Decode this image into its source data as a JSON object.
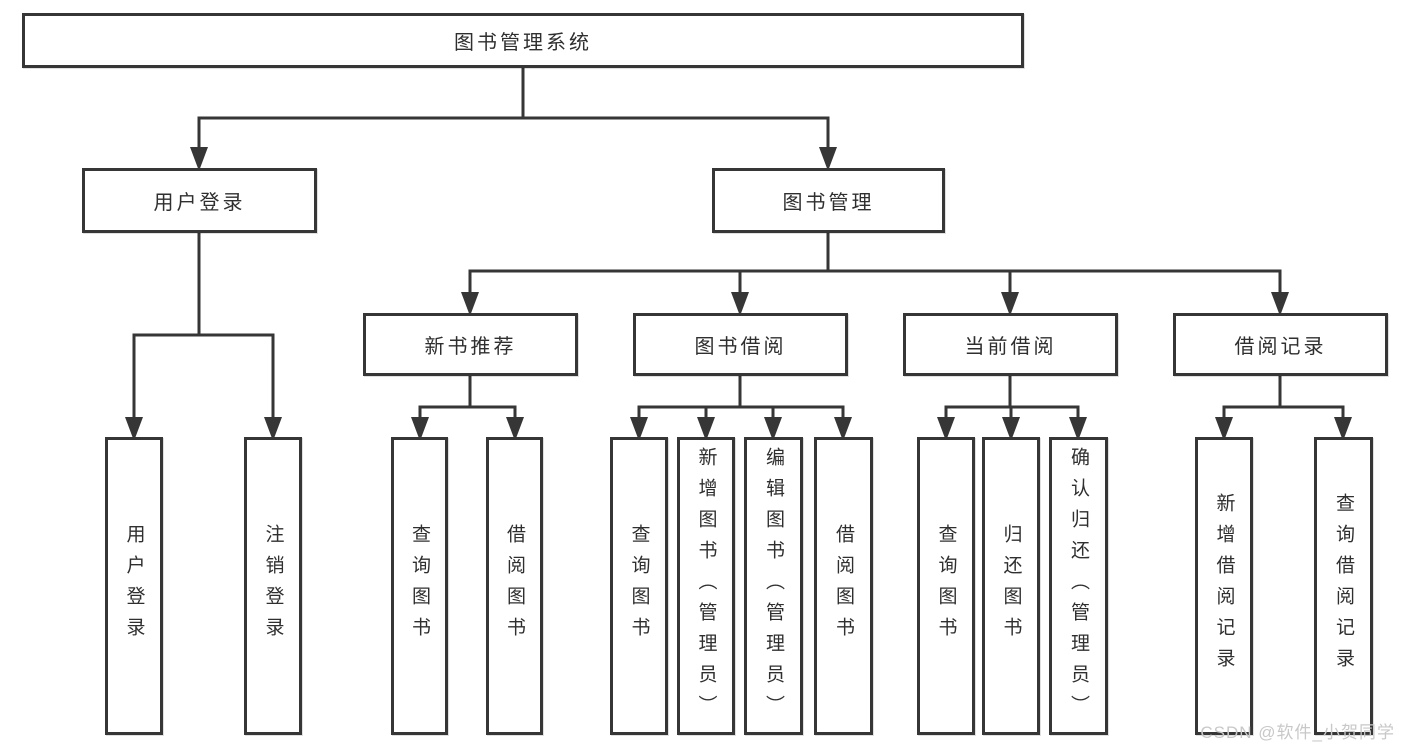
{
  "tree": {
    "root": {
      "label": "图书管理系统"
    },
    "level2": [
      {
        "label": "用户登录"
      },
      {
        "label": "图书管理"
      }
    ],
    "level3": [
      {
        "label": "新书推荐",
        "parent": "图书管理"
      },
      {
        "label": "图书借阅",
        "parent": "图书管理"
      },
      {
        "label": "当前借阅",
        "parent": "图书管理"
      },
      {
        "label": "借阅记录",
        "parent": "图书管理"
      }
    ],
    "leaves": [
      {
        "label": "用户登录",
        "parent": "用户登录"
      },
      {
        "label": "注销登录",
        "parent": "用户登录"
      },
      {
        "label": "查询图书",
        "parent": "新书推荐"
      },
      {
        "label": "借阅图书",
        "parent": "新书推荐"
      },
      {
        "label": "查询图书",
        "parent": "图书借阅"
      },
      {
        "label": "新增图书（管理员）",
        "parent": "图书借阅"
      },
      {
        "label": "编辑图书（管理员）",
        "parent": "图书借阅"
      },
      {
        "label": "借阅图书",
        "parent": "图书借阅"
      },
      {
        "label": "查询图书",
        "parent": "当前借阅"
      },
      {
        "label": "归还图书",
        "parent": "当前借阅"
      },
      {
        "label": "确认归还（管理员）",
        "parent": "当前借阅"
      },
      {
        "label": "新增借阅记录",
        "parent": "借阅记录"
      },
      {
        "label": "查询借阅记录",
        "parent": "借阅记录"
      }
    ]
  },
  "watermark": "CSDN @软件_小贺同学",
  "colors": {
    "line": "#363636",
    "box_border": "#363636",
    "box_fill": "#ffffff",
    "text": "#2f2f2f",
    "watermark": "#c8c8c8",
    "background": "#ffffff"
  }
}
